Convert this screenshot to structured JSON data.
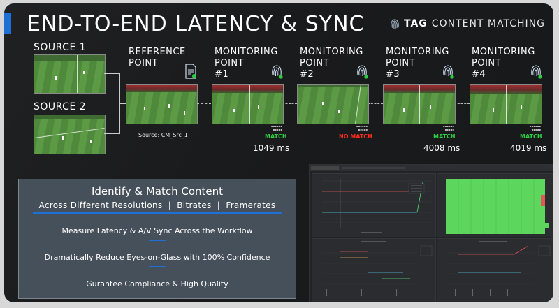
{
  "header": {
    "title": "END-TO-END LATENCY & SYNC",
    "brand_bold": "TAG",
    "brand_rest": "CONTENT MATCHING"
  },
  "sources": [
    {
      "label": "SOURCE 1"
    },
    {
      "label": "SOURCE 2"
    }
  ],
  "reference": {
    "label_line1": "REFERENCE",
    "label_line2": "POINT",
    "source_name": "Source: CM_Src_1"
  },
  "monitoring": [
    {
      "line1": "MONITORING",
      "line2": "POINT",
      "line3": "#1",
      "status": "MATCH",
      "status_color": "#2ecc40",
      "latency": "1049 ms"
    },
    {
      "line1": "MONITORING",
      "line2": "POINT",
      "line3": "#2",
      "status": "NO MATCH",
      "status_color": "#ff2a1a",
      "latency": ""
    },
    {
      "line1": "MONITORING",
      "line2": "POINT",
      "line3": "#3",
      "status": "MATCH",
      "status_color": "#2ecc40",
      "latency": "4008 ms"
    },
    {
      "line1": "MONITORING",
      "line2": "POINT",
      "line3": "#4",
      "status": "MATCH",
      "status_color": "#2ecc40",
      "latency": "4019 ms"
    }
  ],
  "info": {
    "heading": "Identify & Match Content",
    "subheading": "Across Different Resolutions  |  Bitrates  |  Framerates",
    "bullets": [
      "Measure Latency & A/V Sync Across the Workflow",
      "Dramatically Reduce Eyes-on-Glass with 100% Confidence",
      "Gurantee Compliance & High Quality"
    ]
  },
  "colors": {
    "accent": "#1e6fd6",
    "match": "#2ecc40",
    "no_match": "#ff2a1a",
    "dashboard_green": "#5cd65c"
  }
}
